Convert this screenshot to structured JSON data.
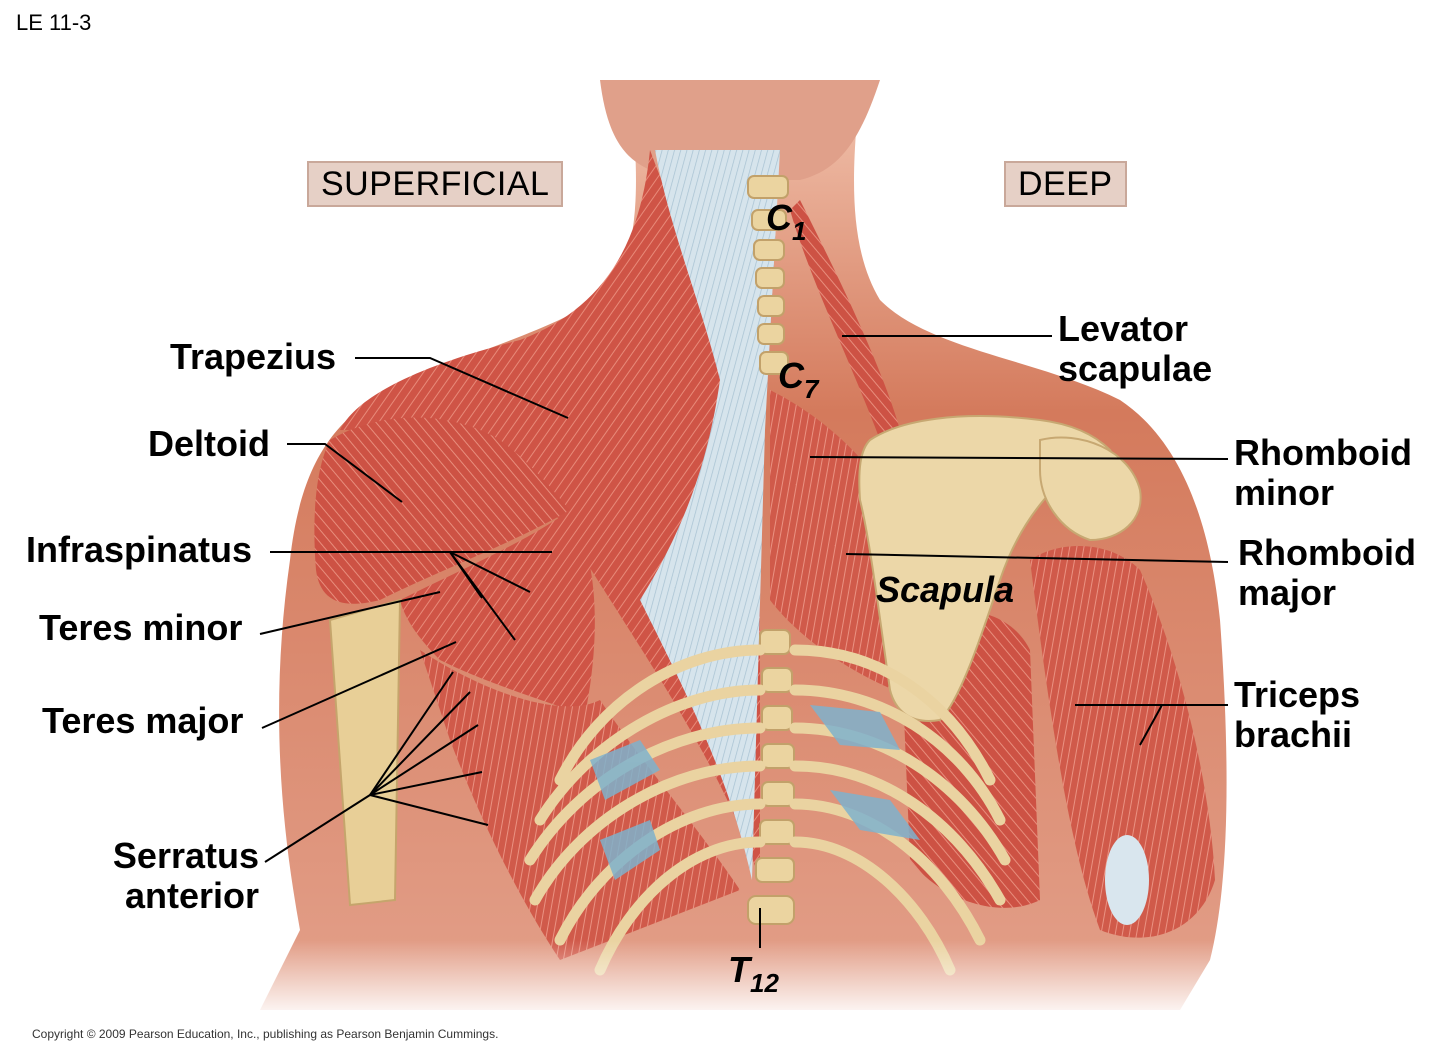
{
  "slide_label": "LE 11-3",
  "copyright": "Copyright © 2009 Pearson Education, Inc., publishing as Pearson Benjamin Cummings.",
  "views": {
    "superficial": "SUPERFICIAL",
    "deep": "DEEP"
  },
  "vertebrae": {
    "c1": {
      "letter": "C",
      "number": "1"
    },
    "c7": {
      "letter": "C",
      "number": "7"
    },
    "t12": {
      "letter": "T",
      "number": "12"
    }
  },
  "left_labels": {
    "trapezius": "Trapezius",
    "deltoid": "Deltoid",
    "infraspinatus": "Infraspinatus",
    "teres_minor": "Teres minor",
    "teres_major": "Teres major",
    "serratus_line1": "Serratus",
    "serratus_line2": "anterior"
  },
  "right_labels": {
    "levator_line1": "Levator",
    "levator_line2": "scapulae",
    "rhomboid_minor_line1": "Rhomboid",
    "rhomboid_minor_line2": "minor",
    "rhomboid_major_line1": "Rhomboid",
    "rhomboid_major_line2": "major",
    "triceps_line1": "Triceps",
    "triceps_line2": "brachii"
  },
  "scapula_label": "Scapula",
  "colors": {
    "skin": "#d9846a",
    "muscle": "#d2584a",
    "tendon": "#c8dde8",
    "bone": "#ecd7a8",
    "cartilage": "#7fb2cc"
  }
}
